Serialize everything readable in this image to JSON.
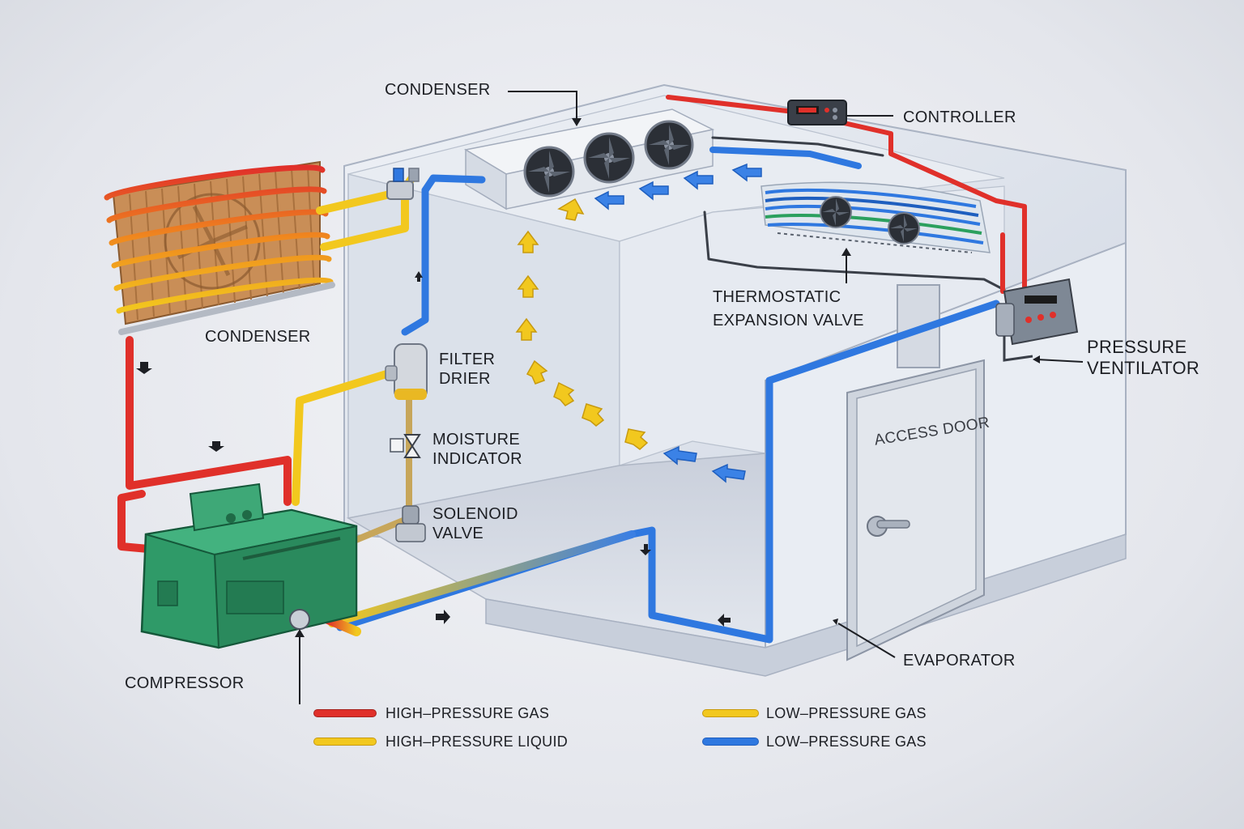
{
  "labels": {
    "condenser_top": "CONDENSER",
    "controller": "CONTROLLER",
    "condenser_left": "CONDENSER",
    "thermostatic_line1": "THERMOSTATIC",
    "thermostatic_line2": "EXPANSION VALVE",
    "filter_line1": "FILTER",
    "filter_line2": "DRIER",
    "moisture_line1": "MOISTURE",
    "moisture_line2": "INDICATOR",
    "solenoid_line1": "SOLENOID",
    "solenoid_line2": "VALVE",
    "pressure_line1": "PRESSURE",
    "pressure_line2": "VENTILATOR",
    "access_door": "ACCESS DOOR",
    "evaporator": "EVAPORATOR",
    "compressor": "COMPRESSOR"
  },
  "legend": [
    {
      "label": "HIGH–PRESSURE GAS",
      "color": "#e0302a"
    },
    {
      "label": "HIGH–PRESSURE LIQUID",
      "color": "#f2c81e"
    },
    {
      "label": "LOW–PRESSURE GAS",
      "color": "#f2c81e"
    },
    {
      "label": "LOW–PRESSURE GAS",
      "color": "#2f78e0"
    }
  ],
  "colors": {
    "high_pressure_gas": "#e0302a",
    "liquid": "#f2c81e",
    "low_pressure_gas": "#2f78e0",
    "compressor": "#2f9a68"
  }
}
